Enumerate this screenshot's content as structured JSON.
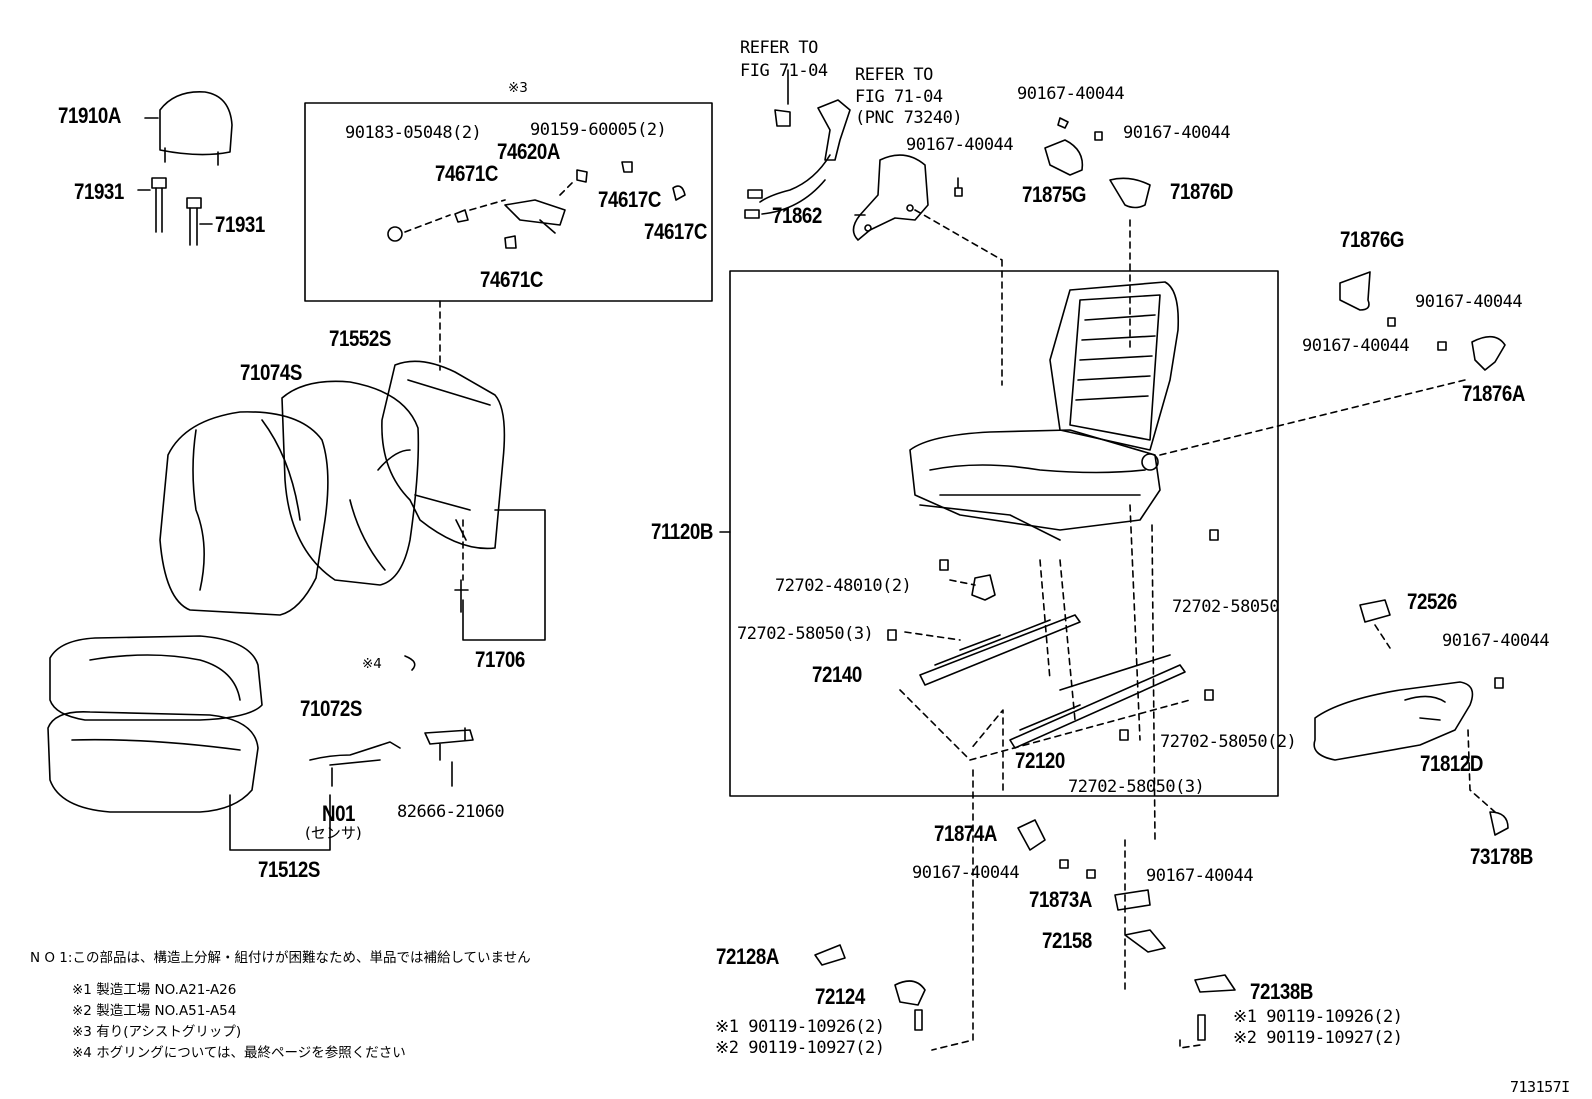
{
  "diagram": {
    "part_labels": {
      "p71910A": "71910A",
      "p71931a": "71931",
      "p71931b": "71931",
      "p71074S": "71074S",
      "p71552S": "71552S",
      "p71072S": "71072S",
      "p71512S": "71512S",
      "p71706": "71706",
      "pN01": "N01",
      "pN01sub": "(センサ)",
      "p82666": "82666-21060",
      "pMark4": "※4",
      "pMark3": "※3",
      "p90183": "90183-05048(2)",
      "p90159": "90159-60005(2)",
      "p74620A": "74620A",
      "p74671Ca": "74671C",
      "p74671Cb": "74671C",
      "p74617Ca": "74617C",
      "p74617Cb": "74617C",
      "pRefer1a": "REFER TO",
      "pRefer1b": "FIG 71-04",
      "pRefer2a": "REFER TO",
      "pRefer2b": "FIG 71-04",
      "pRefer2c": "(PNC 73240)",
      "p71862": "71862",
      "p90167a": "90167-40044",
      "p90167b": "90167-40044",
      "p90167c": "90167-40044",
      "p71875G": "71875G",
      "p71876D": "71876D",
      "p71876G": "71876G",
      "p90167d": "90167-40044",
      "p90167e": "90167-40044",
      "p71876A": "71876A",
      "p71120B": "71120B",
      "p72702_48010": "72702-48010(2)",
      "p72702_58050_3a": "72702-58050(3)",
      "p72702_58050": "72702-58050",
      "p72702_58050_2": "72702-58050(2)",
      "p72702_58050_3b": "72702-58050(3)",
      "p72140": "72140",
      "p72120": "72120",
      "p72526": "72526",
      "p90167f": "90167-40044",
      "p71812D": "71812D",
      "p73178B": "73178B",
      "p71874A": "71874A",
      "p90167g": "90167-40044",
      "p90167h": "90167-40044",
      "p71873A": "71873A",
      "p72158": "72158",
      "p72128A": "72128A",
      "p72124": "72124",
      "p72138B": "72138B",
      "pL1": "※1 90119-10926(2)",
      "pL2": "※2 90119-10927(2)",
      "pR1": "※1 90119-10926(2)",
      "pR2": "※2 90119-10927(2)",
      "pRef": "713157I"
    },
    "notes": {
      "n0": "N O 1:この部品は、構造上分解・組付けが困難なため、単品では補給していません",
      "n1": "※1 製造工場 NO.A21-A26",
      "n2": "※2 製造工場 NO.A51-A54",
      "n3": "※3 有り(アシストグリップ)",
      "n4": "※4 ホグリングについては、最終ページを参照ください"
    }
  }
}
